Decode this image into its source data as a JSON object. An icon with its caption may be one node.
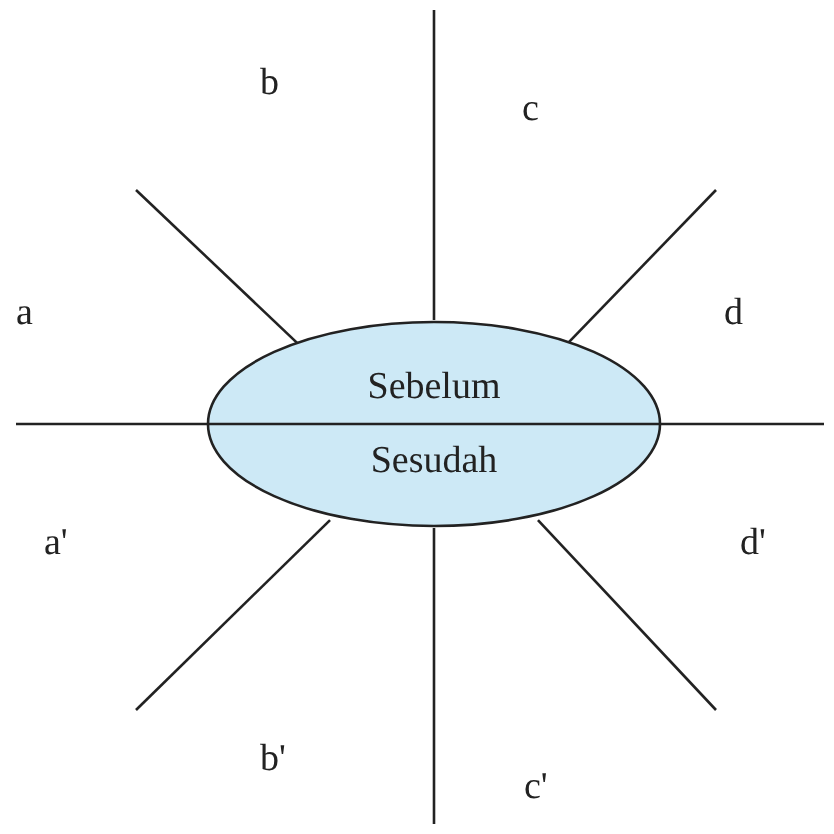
{
  "diagram": {
    "nodes": [
      {
        "text": [
          "Sebelum",
          "Sesudah"
        ]
      }
    ],
    "labels": [
      "b",
      "c",
      "a",
      "d",
      "a'",
      "d'",
      "b'",
      "c'"
    ]
  }
}
